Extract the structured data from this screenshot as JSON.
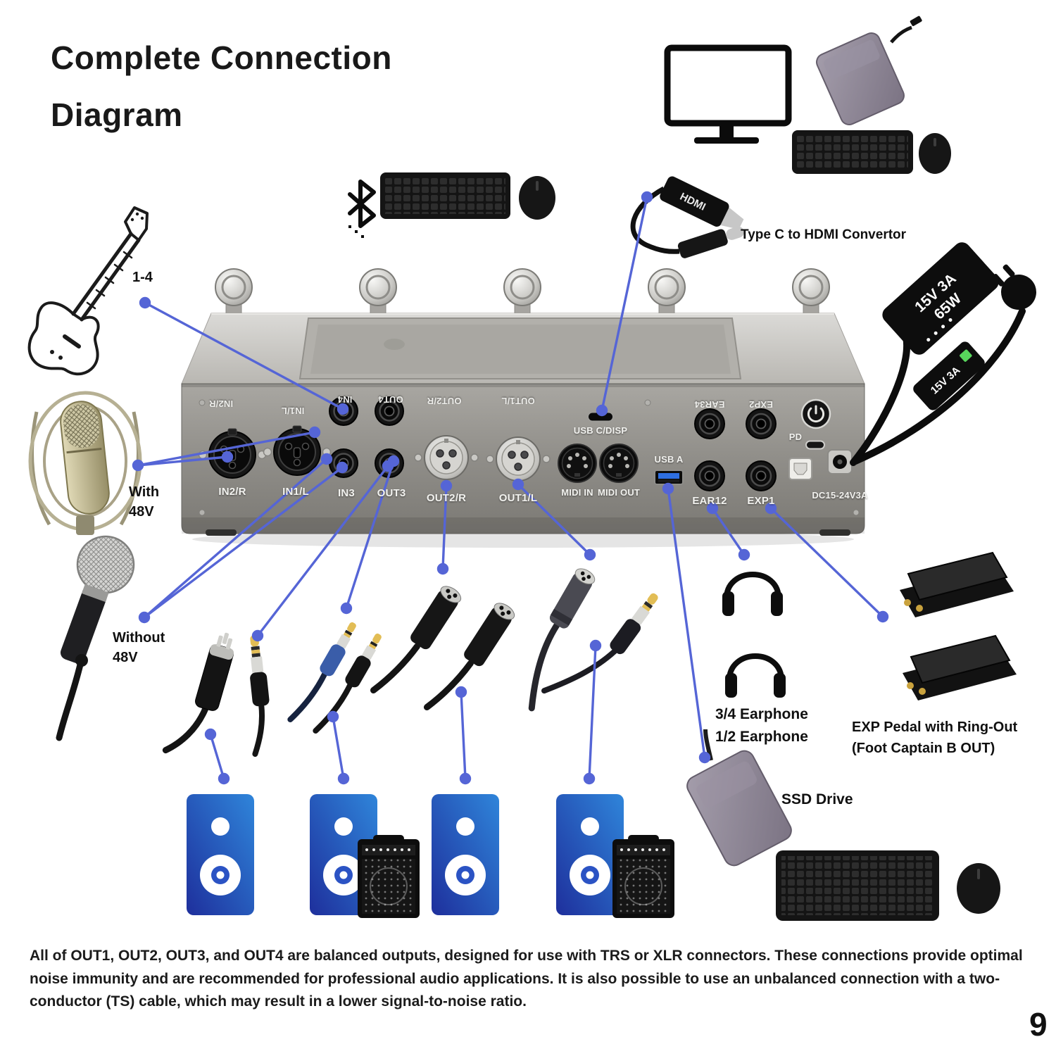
{
  "page": {
    "title_line1": "Complete Connection",
    "title_line2": "Diagram",
    "page_number": "9",
    "footer": "All of OUT1, OUT2, OUT3, and OUT4 are balanced outputs, designed for use with TRS or XLR connectors. These connections provide optimal noise immunity and are recommended for professional audio applications. It is also possible to use an unbalanced connection with a two-conductor (TS) cable, which may result in a lower signal-to-noise ratio."
  },
  "callouts": {
    "guitar_inputs": "1-4",
    "hdmi_converter": "Type C to HDMI Convertor",
    "with_48v_line1": "With",
    "with_48v_line2": "48V",
    "without_48v_line1": "Without",
    "without_48v_line2": "48V",
    "earphone_34": "3/4 Earphone",
    "earphone_12": "1/2 Earphone",
    "exp_pedal_line1": "EXP Pedal with Ring-Out",
    "exp_pedal_line2": "(Foot Captain B OUT)",
    "ssd_drive": "SSD Drive"
  },
  "device": {
    "ports": {
      "in2r": "IN2/R",
      "in1l": "IN1/L",
      "in3": "IN3",
      "in4": "IN4",
      "out3": "OUT3",
      "out4": "OUT4",
      "out2r": "OUT2/R",
      "out1l": "OUT1/L",
      "usbc_disp": "USB C/DISP",
      "midi_in": "MIDI IN",
      "midi_out": "MIDI OUT",
      "usb_a": "USB A",
      "ear12": "EAR12",
      "ear34": "EAR34",
      "exp1": "EXP1",
      "exp2": "EXP2",
      "pd": "PD",
      "dc_power": "DC15-24V3A"
    }
  },
  "power": {
    "adapter_line1": "15V 3A",
    "adapter_line2": "65W",
    "dc_cable_tag": "15V 3A"
  },
  "hdmi": {
    "connector_text": "HDMI"
  },
  "colors": {
    "connection_blue": "#5565d6",
    "speaker_blue_light": "#2f85da",
    "speaker_blue_dark": "#1e2f9c",
    "title_ink": "#191919"
  }
}
